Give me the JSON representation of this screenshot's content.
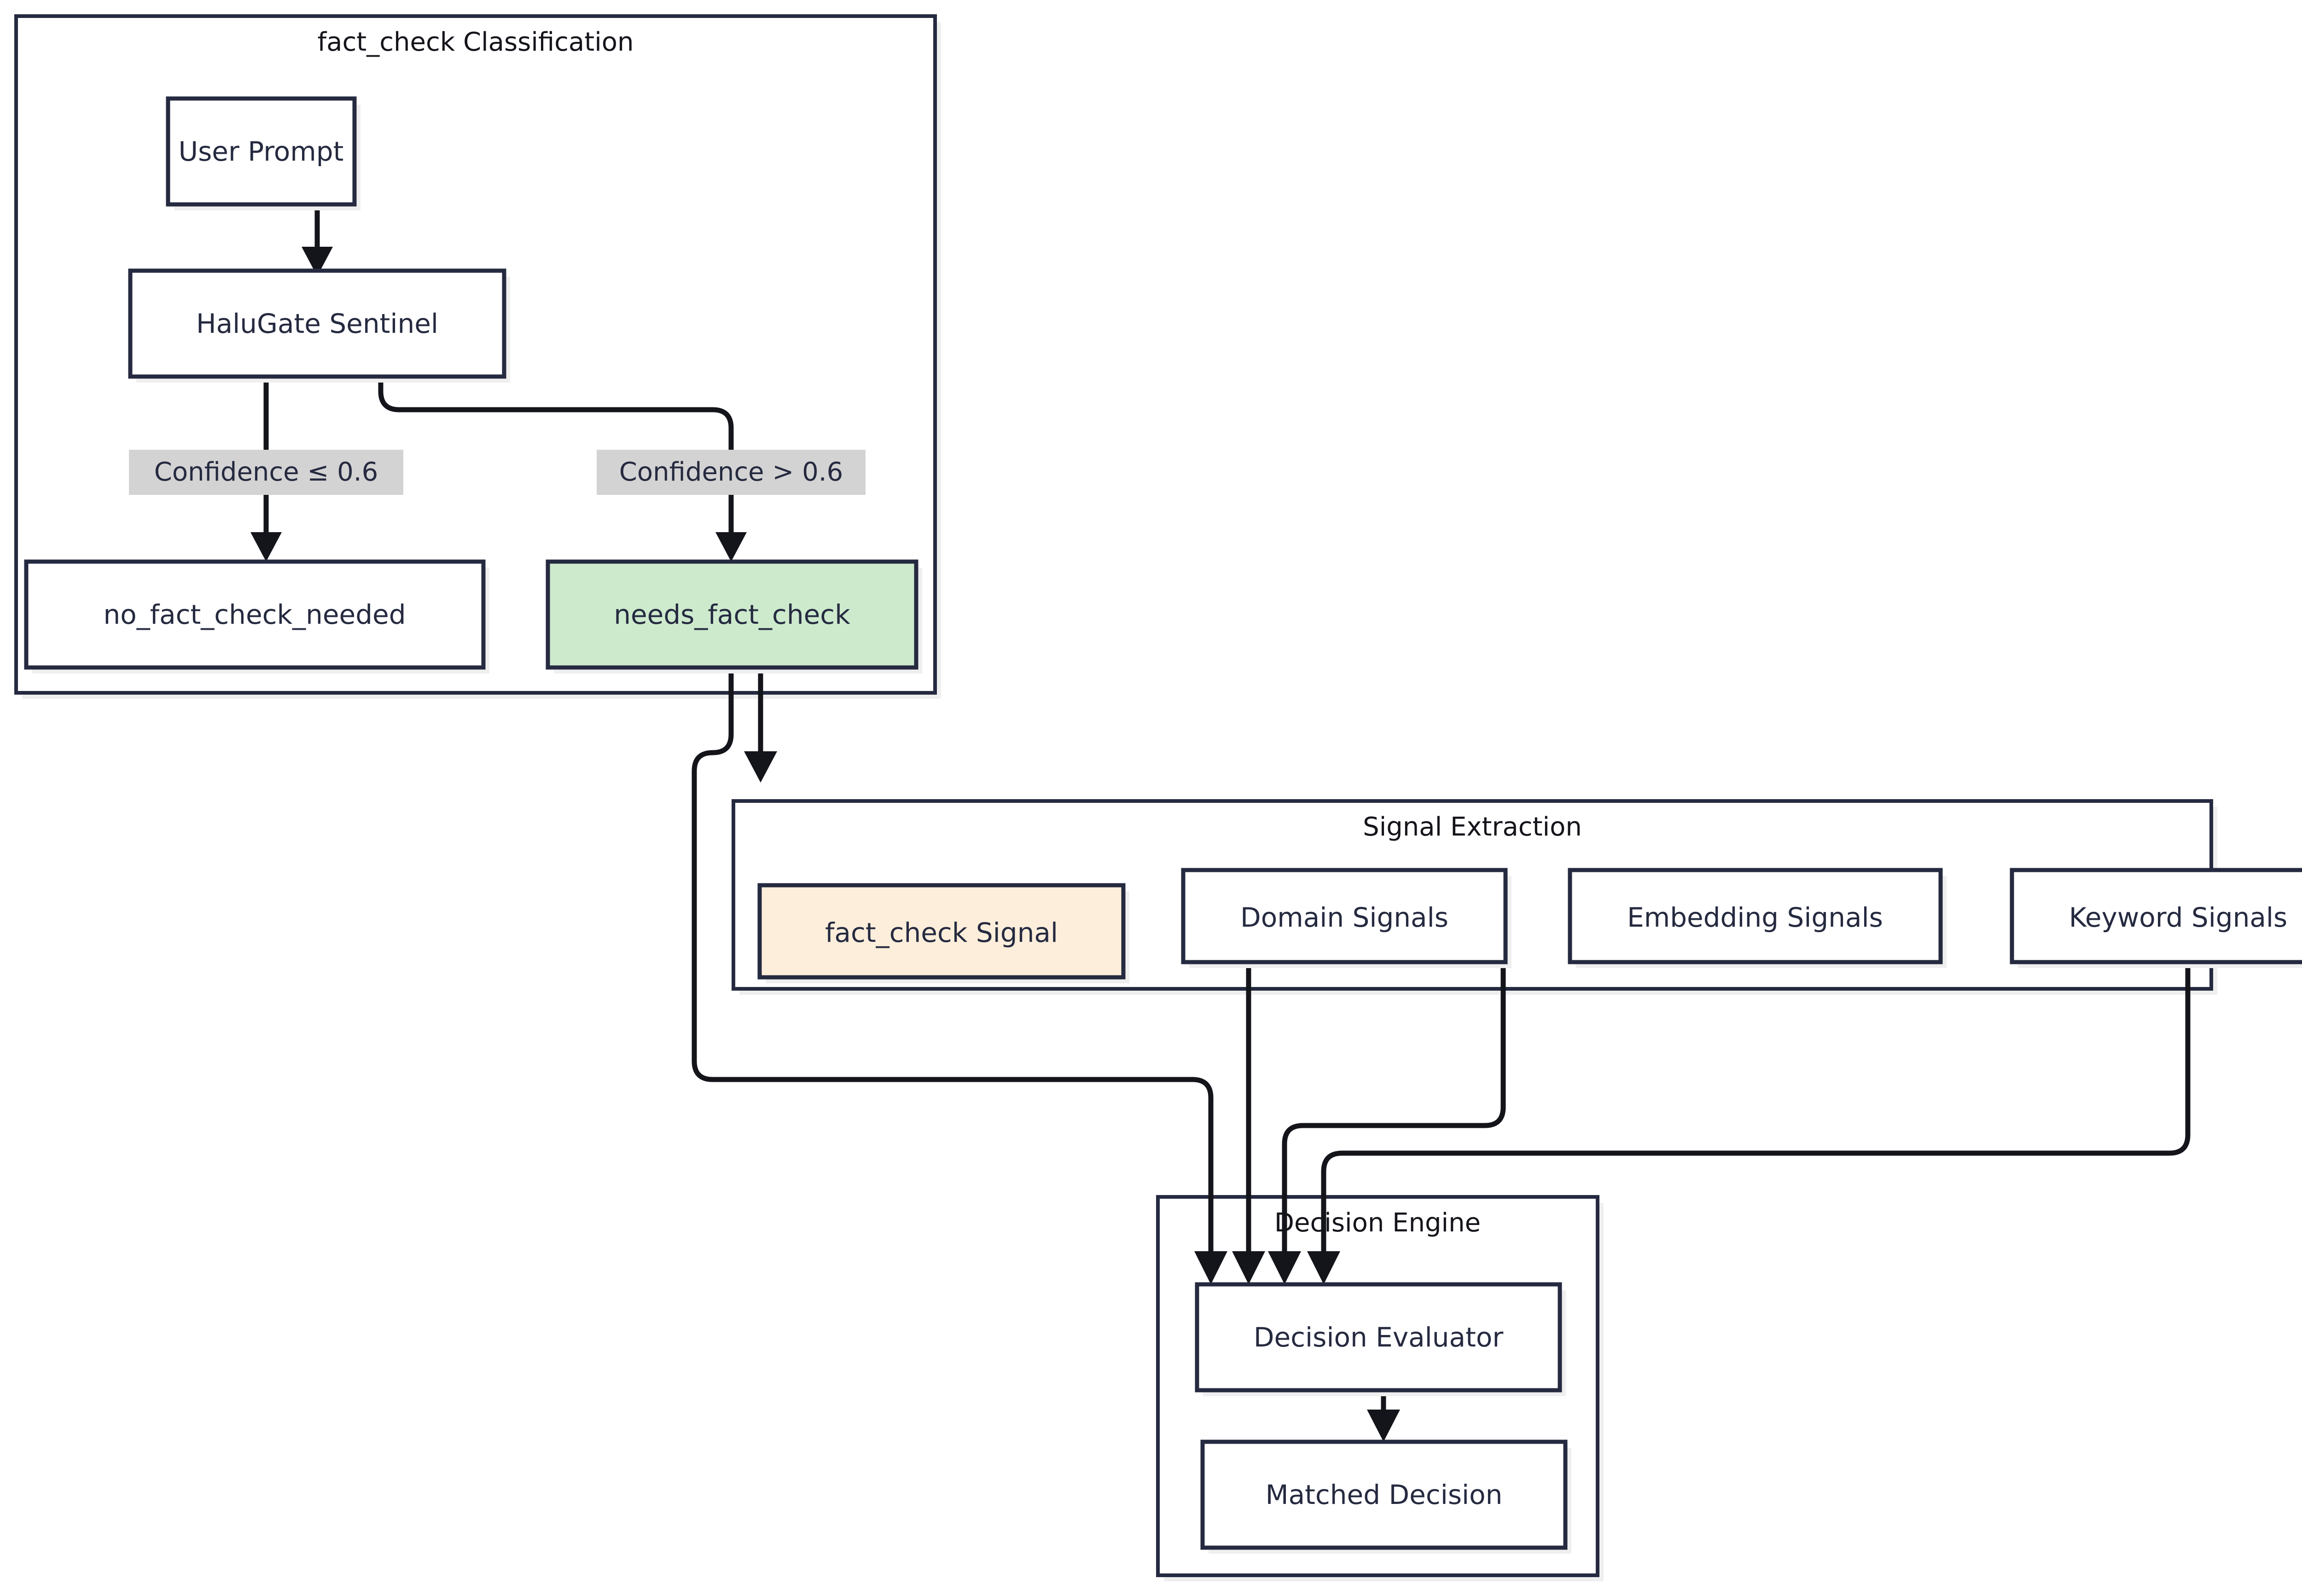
{
  "diagram": {
    "type": "flowchart",
    "direction": "top-down",
    "background": "#ffffff",
    "palette": {
      "node_stroke": "#252a40",
      "node_fill": "#ffffff",
      "highlight_green": "#cdeacd",
      "highlight_orange": "#fdeedb",
      "edge_color": "#14141b",
      "edge_label_bg": "#d3d3d3",
      "subgraph_shadow": "#efefef"
    },
    "subgraphs": [
      {
        "id": "sg_classification",
        "title": "fact_check Classification"
      },
      {
        "id": "sg_signal",
        "title": "Signal Extraction"
      },
      {
        "id": "sg_decision",
        "title": "Decision Engine"
      }
    ],
    "nodes": [
      {
        "id": "user_prompt",
        "label": "User Prompt",
        "subgraph": "sg_classification",
        "style": "plain"
      },
      {
        "id": "halugate_sentinel",
        "label": "HaluGate Sentinel",
        "subgraph": "sg_classification",
        "style": "plain"
      },
      {
        "id": "no_fact_check_needed",
        "label": "no_fact_check_needed",
        "subgraph": "sg_classification",
        "style": "plain"
      },
      {
        "id": "needs_fact_check",
        "label": "needs_fact_check",
        "subgraph": "sg_classification",
        "style": "green"
      },
      {
        "id": "fact_check_signal",
        "label": "fact_check Signal",
        "subgraph": "sg_signal",
        "style": "orange"
      },
      {
        "id": "domain_signals",
        "label": "Domain Signals",
        "subgraph": "sg_signal",
        "style": "plain"
      },
      {
        "id": "embedding_signals",
        "label": "Embedding Signals",
        "subgraph": "sg_signal",
        "style": "plain"
      },
      {
        "id": "keyword_signals",
        "label": "Keyword Signals",
        "subgraph": "sg_signal",
        "style": "plain"
      },
      {
        "id": "decision_evaluator",
        "label": "Decision Evaluator",
        "subgraph": "sg_decision",
        "style": "plain"
      },
      {
        "id": "matched_decision",
        "label": "Matched Decision",
        "subgraph": "sg_decision",
        "style": "plain"
      }
    ],
    "edges": [
      {
        "from": "user_prompt",
        "to": "halugate_sentinel",
        "label": ""
      },
      {
        "from": "halugate_sentinel",
        "to": "no_fact_check_needed",
        "label": "Confidence ≤ 0.6"
      },
      {
        "from": "halugate_sentinel",
        "to": "needs_fact_check",
        "label": "Confidence > 0.6"
      },
      {
        "from": "needs_fact_check",
        "to": "fact_check_signal",
        "label": ""
      },
      {
        "from": "needs_fact_check",
        "to": "decision_evaluator",
        "label": ""
      },
      {
        "from": "domain_signals",
        "to": "decision_evaluator",
        "label": ""
      },
      {
        "from": "embedding_signals",
        "to": "decision_evaluator",
        "label": ""
      },
      {
        "from": "keyword_signals",
        "to": "decision_evaluator",
        "label": ""
      },
      {
        "from": "decision_evaluator",
        "to": "matched_decision",
        "label": ""
      }
    ],
    "edge_labels": [
      {
        "id": "label_low_conf",
        "text": "Confidence ≤ 0.6"
      },
      {
        "id": "label_high_conf",
        "text": "Confidence > 0.6"
      }
    ]
  }
}
